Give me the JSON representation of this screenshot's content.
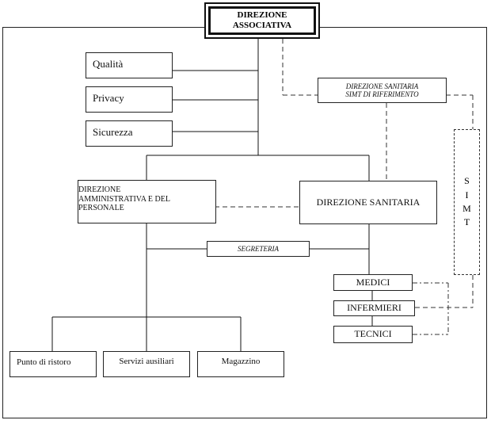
{
  "top": {
    "line1": "DIREZIONE",
    "line2": "ASSOCIATIVA"
  },
  "staff": {
    "quality": "Qualità",
    "privacy": "Privacy",
    "safety": "Sicurezza"
  },
  "dir_ref": {
    "line1": "DIREZIONE SANITARIA",
    "line2": "SIMT DI RIFERIMENTO"
  },
  "simt_letters": [
    "S",
    "I",
    "M",
    "T"
  ],
  "admin": {
    "line1": "DIREZIONE",
    "line2": "AMMINISTRATIVA E DEL",
    "line3": "PERSONALE"
  },
  "sanitaria": "DIREZIONE SANITARIA",
  "segreteria": "SEGRETERIA",
  "roles": {
    "medici": "MEDICI",
    "infermieri": "INFERMIERI",
    "tecnici": "TECNICI"
  },
  "services": {
    "ristoro": "Punto di ristoro",
    "ausiliari": "Servizi ausiliari",
    "magazzino": "Magazzino"
  }
}
